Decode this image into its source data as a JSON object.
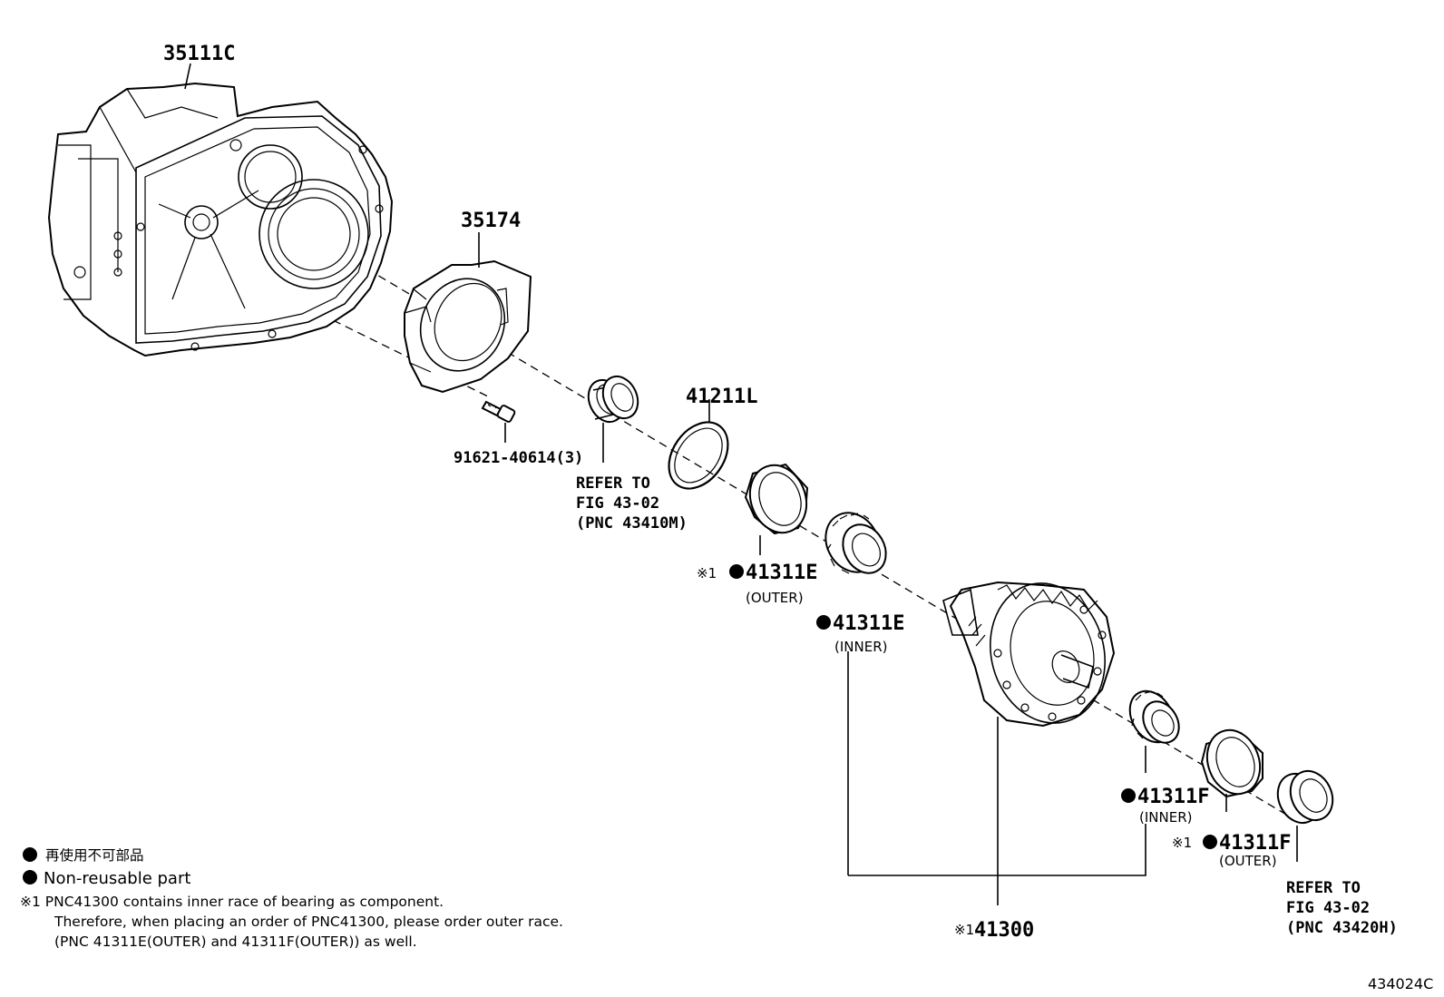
{
  "labels": {
    "p35111c": "35111C",
    "p35174": "35174",
    "p41211l": "41211L",
    "bolt": "91621-40614(3)",
    "ref1_line1": "REFER TO",
    "ref1_line2": "FIG 43-02",
    "ref1_line3": "(PNC 43410M)",
    "p41311e_outer_mark": "※1",
    "p41311e_outer": "41311E",
    "p41311e_outer_sub": "(OUTER)",
    "p41311e_inner": "41311E",
    "p41311e_inner_sub": "(INNER)",
    "p41311f_inner": "41311F",
    "p41311f_inner_sub": "(INNER)",
    "p41311f_outer_mark": "※1",
    "p41311f_outer": "41311F",
    "p41311f_outer_sub": "(OUTER)",
    "p41300_mark": "※1",
    "p41300": "41300",
    "ref2_line1": "REFER TO",
    "ref2_line2": "FIG 43-02",
    "ref2_line3": "(PNC 43420H)"
  },
  "legend": {
    "jp": "再使用不可部品",
    "en": "Non-reusable part",
    "note_line1": "※1 PNC41300 contains inner race of bearing as component.",
    "note_line2": "Therefore, when placing an order of PNC41300, please order outer race.",
    "note_line3": "(PNC 41311E(OUTER) and 41311F(OUTER)) as well."
  },
  "figure_id": "434024C",
  "colors": {
    "ink": "#000000",
    "background": "#ffffff"
  }
}
